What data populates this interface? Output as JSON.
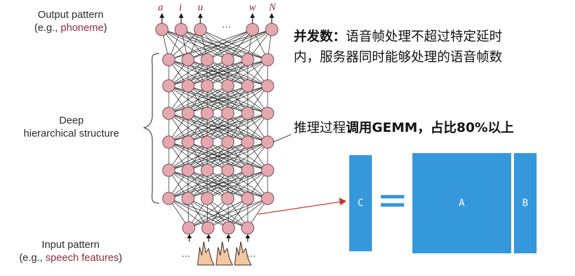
{
  "network": {
    "output_label": "Output pattern",
    "output_example_prefix": "(e.g., ",
    "output_example_term": "phoneme",
    "output_example_suffix": ")",
    "output_symbols": [
      "a",
      "i",
      "u",
      "w",
      "N"
    ],
    "output_ellipsis": "…",
    "deep_label_line1": "Deep",
    "deep_label_line2": "hierarchical structure",
    "input_label": "Input pattern",
    "input_example_prefix": "(e.g., ",
    "input_example_term": "speech features",
    "input_example_suffix": ")",
    "input_ellipsis_left": "…",
    "input_ellipsis_right": "…",
    "node_color": "#e3a8b0",
    "node_stroke": "#7a4a52"
  },
  "notes": {
    "concurrency_bold": "并发数：",
    "concurrency_rest_line1": "语音帧处理不超过特定延时",
    "concurrency_line2": "内，服务器同时能够处理的语音帧数",
    "inference_prefix": "推理过程",
    "inference_bold": "调用GEMM，占比80%以上"
  },
  "gemm": {
    "c_label": "C",
    "equals": "=",
    "a_label": "A",
    "b_label": "B",
    "block_color": "#3598db",
    "arrow_color": "#c0392b"
  }
}
